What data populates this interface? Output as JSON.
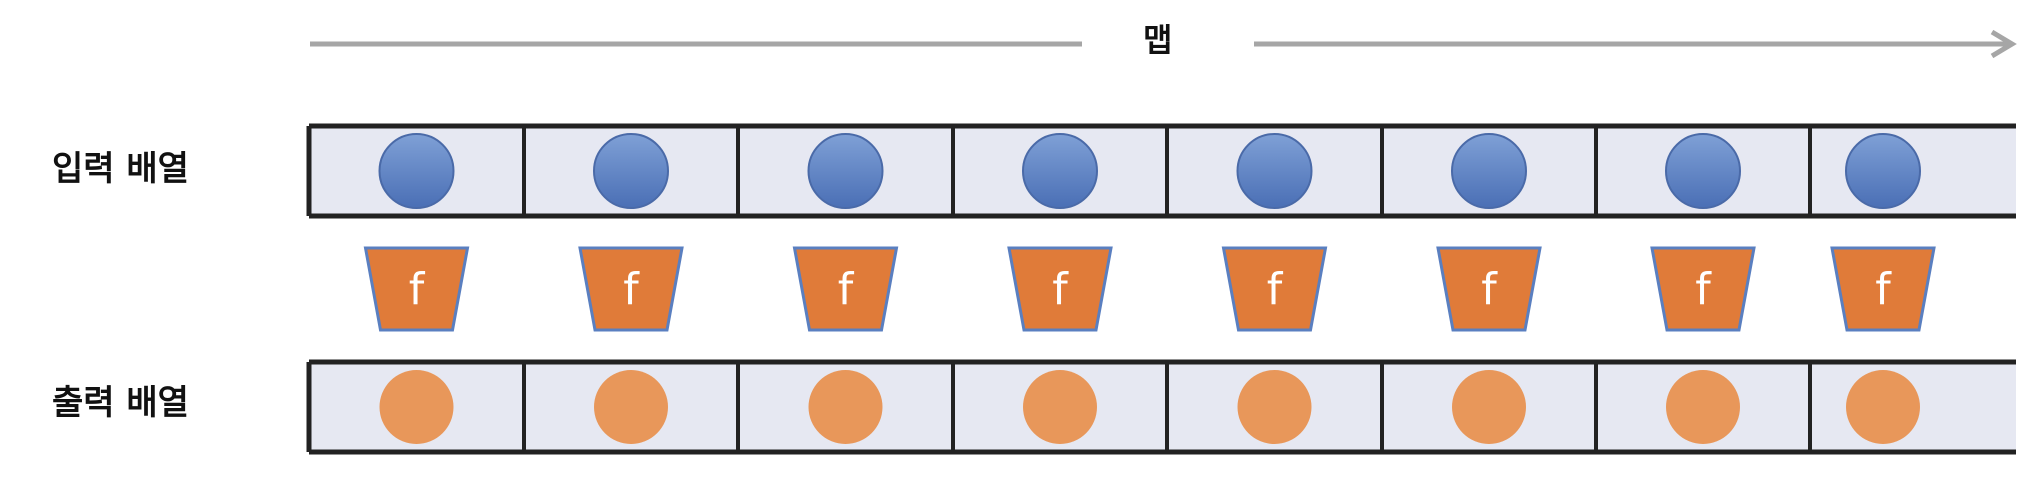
{
  "title": "맵",
  "rows": {
    "input": {
      "label": "입력 배열",
      "count": 8
    },
    "output": {
      "label": "출력 배열",
      "count": 8
    }
  },
  "function": {
    "label": "f",
    "count": 8
  },
  "colors": {
    "input_circle": "#5b7fc2",
    "input_circle_stroke": "#4a6aa8",
    "output_circle": "#e8975a",
    "function_fill": "#e07b39",
    "function_stroke": "#5a7fc0",
    "cell_fill": "#e6e8f2",
    "cell_border": "#222222",
    "arrow": "#a6a6a6"
  }
}
